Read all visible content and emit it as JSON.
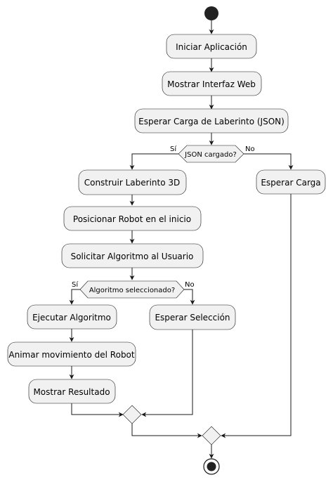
{
  "actions": {
    "iniciar": "Iniciar Aplicación",
    "mostrar_interfaz": "Mostrar Interfaz Web",
    "esperar_carga_laberinto": "Esperar Carga de Laberinto (JSON)",
    "construir": "Construir Laberinto 3D",
    "posicionar": "Posicionar Robot en el inicio",
    "solicitar": "Solicitar Algoritmo al Usuario",
    "ejecutar": "Ejecutar Algoritmo",
    "animar": "Animar movimiento del Robot",
    "mostrar_resultado": "Mostrar Resultado",
    "esperar_seleccion": "Esperar Selección",
    "esperar_carga": "Esperar Carga"
  },
  "decisions": {
    "json_cargado": {
      "question": "JSON cargado?",
      "yes": "Sí",
      "no": "No"
    },
    "algoritmo_seleccionado": {
      "question": "Algoritmo seleccionado?",
      "yes": "Sí",
      "no": "No"
    }
  },
  "colors": {
    "node_fill": "#f1f1f1",
    "stroke": "#181818",
    "start": "#222222"
  }
}
